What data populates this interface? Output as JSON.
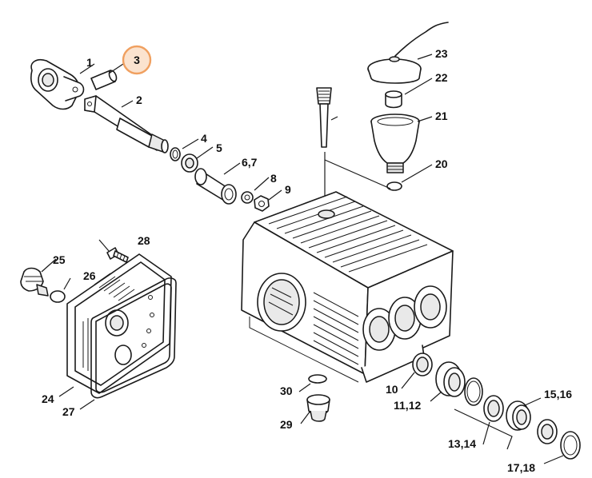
{
  "diagram": {
    "highlight_color": "#f0a060",
    "highlight_fill": "#fbe3cf",
    "highlighted_part": "3",
    "callouts": {
      "c1": "1",
      "c2": "2",
      "c3": "3",
      "c4": "4",
      "c5": "5",
      "c67": "6,7",
      "c8": "8",
      "c9": "9",
      "c10": "10",
      "c1112": "11,12",
      "c1314": "13,14",
      "c1516": "15,16",
      "c1718": "17,18",
      "c20": "20",
      "c21": "21",
      "c22": "22",
      "c23": "23",
      "c24": "24",
      "c25": "25",
      "c26": "26",
      "c27": "27",
      "c28": "28",
      "c29": "29",
      "c30": "30"
    }
  }
}
